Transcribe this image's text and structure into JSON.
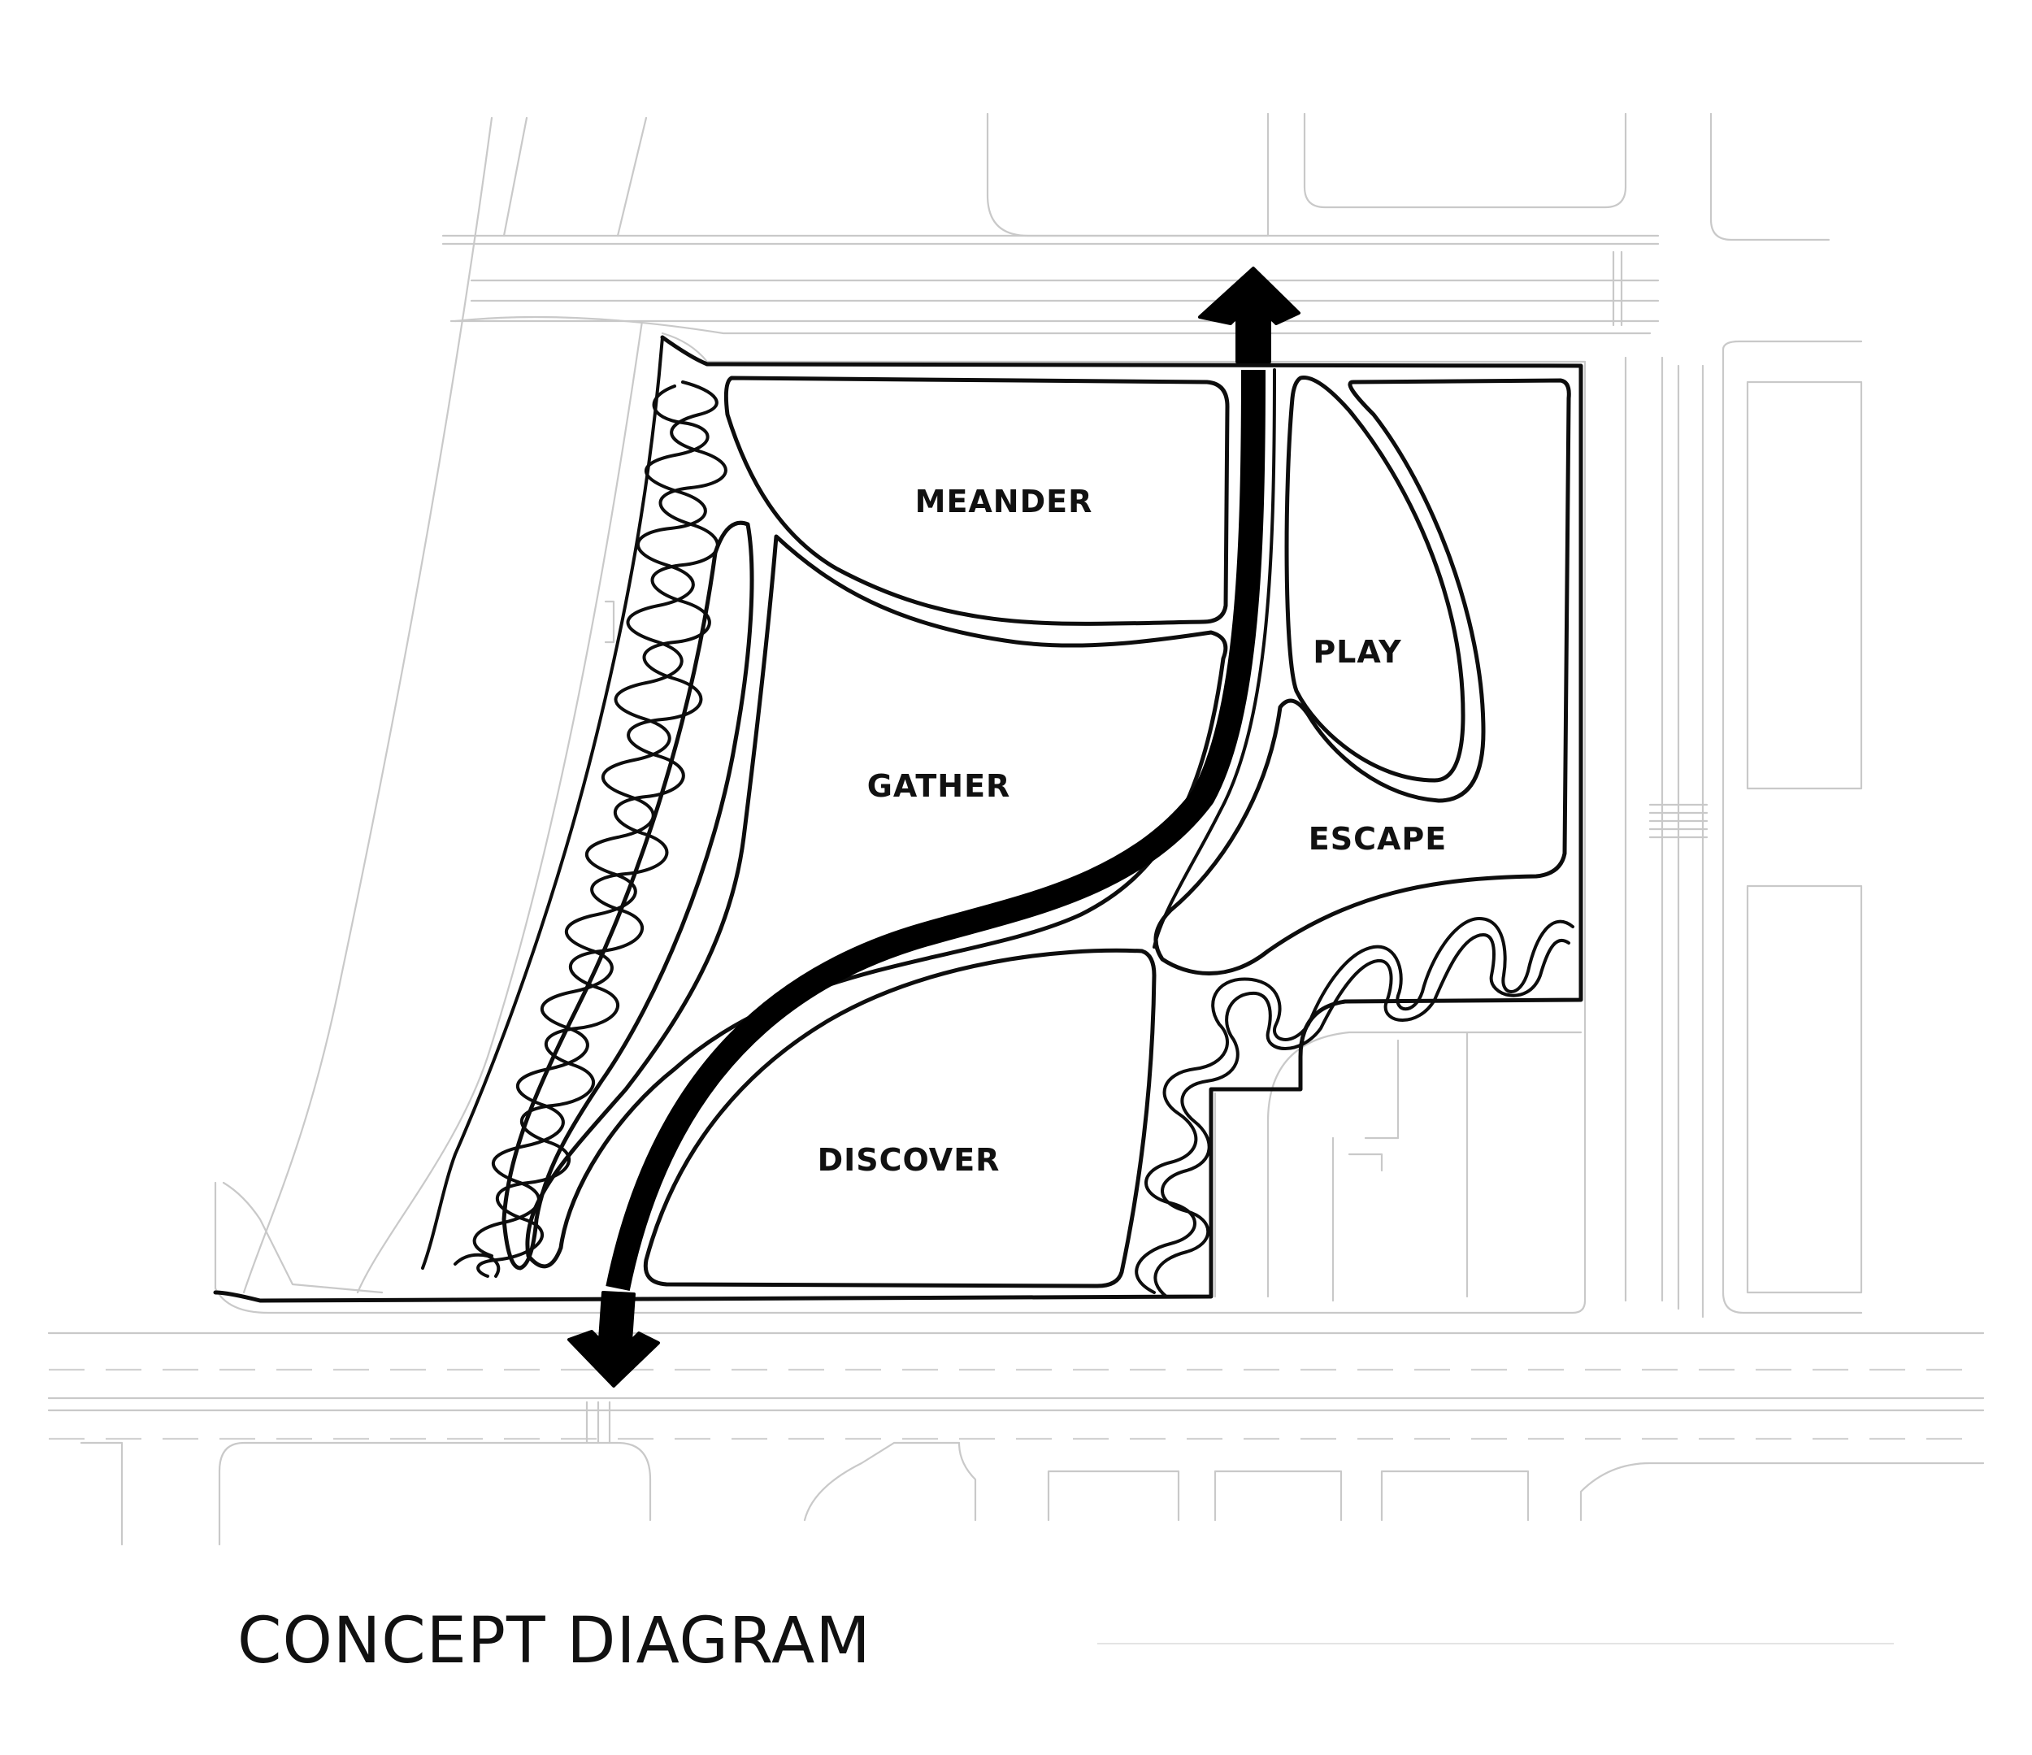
{
  "title": "CONCEPT DIAGRAM",
  "zones": {
    "meander": "MEANDER",
    "gather": "GATHER",
    "play": "PLAY",
    "escape": "ESCAPE",
    "discover": "DISCOVER"
  },
  "colors": {
    "ink": "#0d0d0d",
    "context_lines": "#c9c9c9",
    "background": "#ffffff"
  }
}
